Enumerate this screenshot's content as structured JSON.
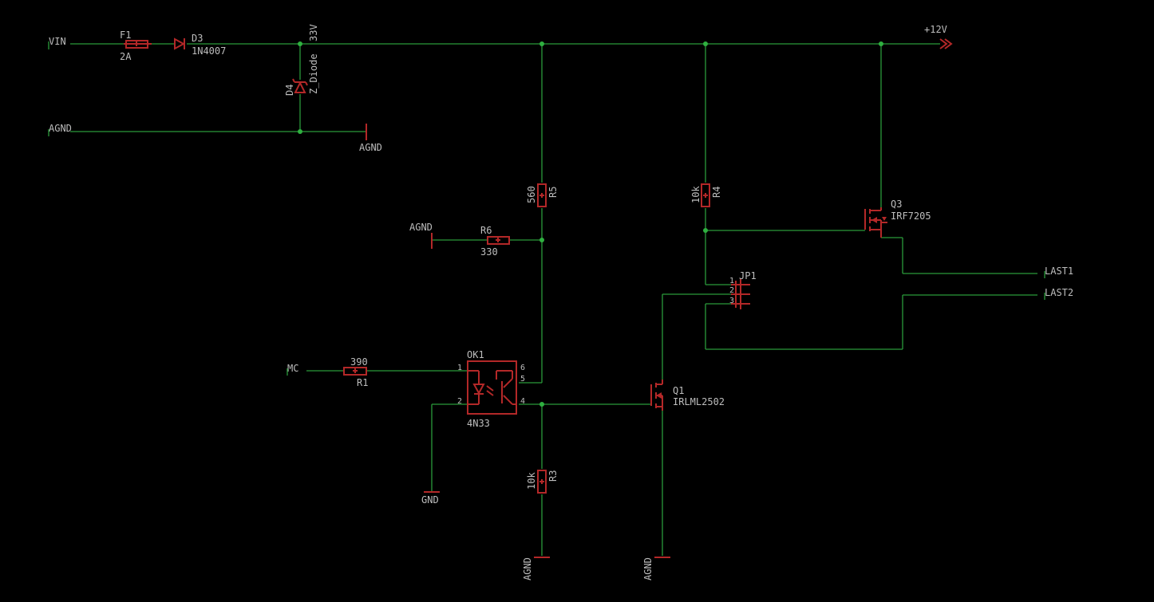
{
  "nets": {
    "vin": "VIN",
    "agnd_in": "AGND",
    "mc": "MC",
    "plus12v": "+12V",
    "last1": "LAST1",
    "last2": "LAST2"
  },
  "symbols": {
    "agnd_top": "AGND",
    "agnd_r6": "AGND",
    "gnd_ok1": "GND",
    "agnd_r3": "AGND",
    "agnd_q1": "AGND"
  },
  "components": {
    "f1": {
      "name": "F1",
      "value": "2A"
    },
    "d3": {
      "name": "D3",
      "value": "1N4007"
    },
    "d4": {
      "name": "D4",
      "value": "Z_Diode",
      "extra": "33V"
    },
    "r5": {
      "name": "R5",
      "value": "560"
    },
    "r6": {
      "name": "R6",
      "value": "330"
    },
    "r4": {
      "name": "R4",
      "value": "10k"
    },
    "q3": {
      "name": "Q3",
      "value": "IRF7205"
    },
    "jp1": {
      "name": "JP1",
      "pins": [
        "1",
        "2",
        "3"
      ]
    },
    "r1": {
      "name": "R1",
      "value": "390"
    },
    "ok1": {
      "name": "OK1",
      "value": "4N33",
      "pins": [
        "1",
        "2",
        "6",
        "5",
        "4"
      ]
    },
    "q1": {
      "name": "Q1",
      "value": "IRLML2502"
    },
    "r3": {
      "name": "R3",
      "value": "10k"
    }
  },
  "colors": {
    "background": "#000000",
    "wire": "#2a9a3a",
    "component": "#b32828",
    "text": "#bdbdbd"
  }
}
